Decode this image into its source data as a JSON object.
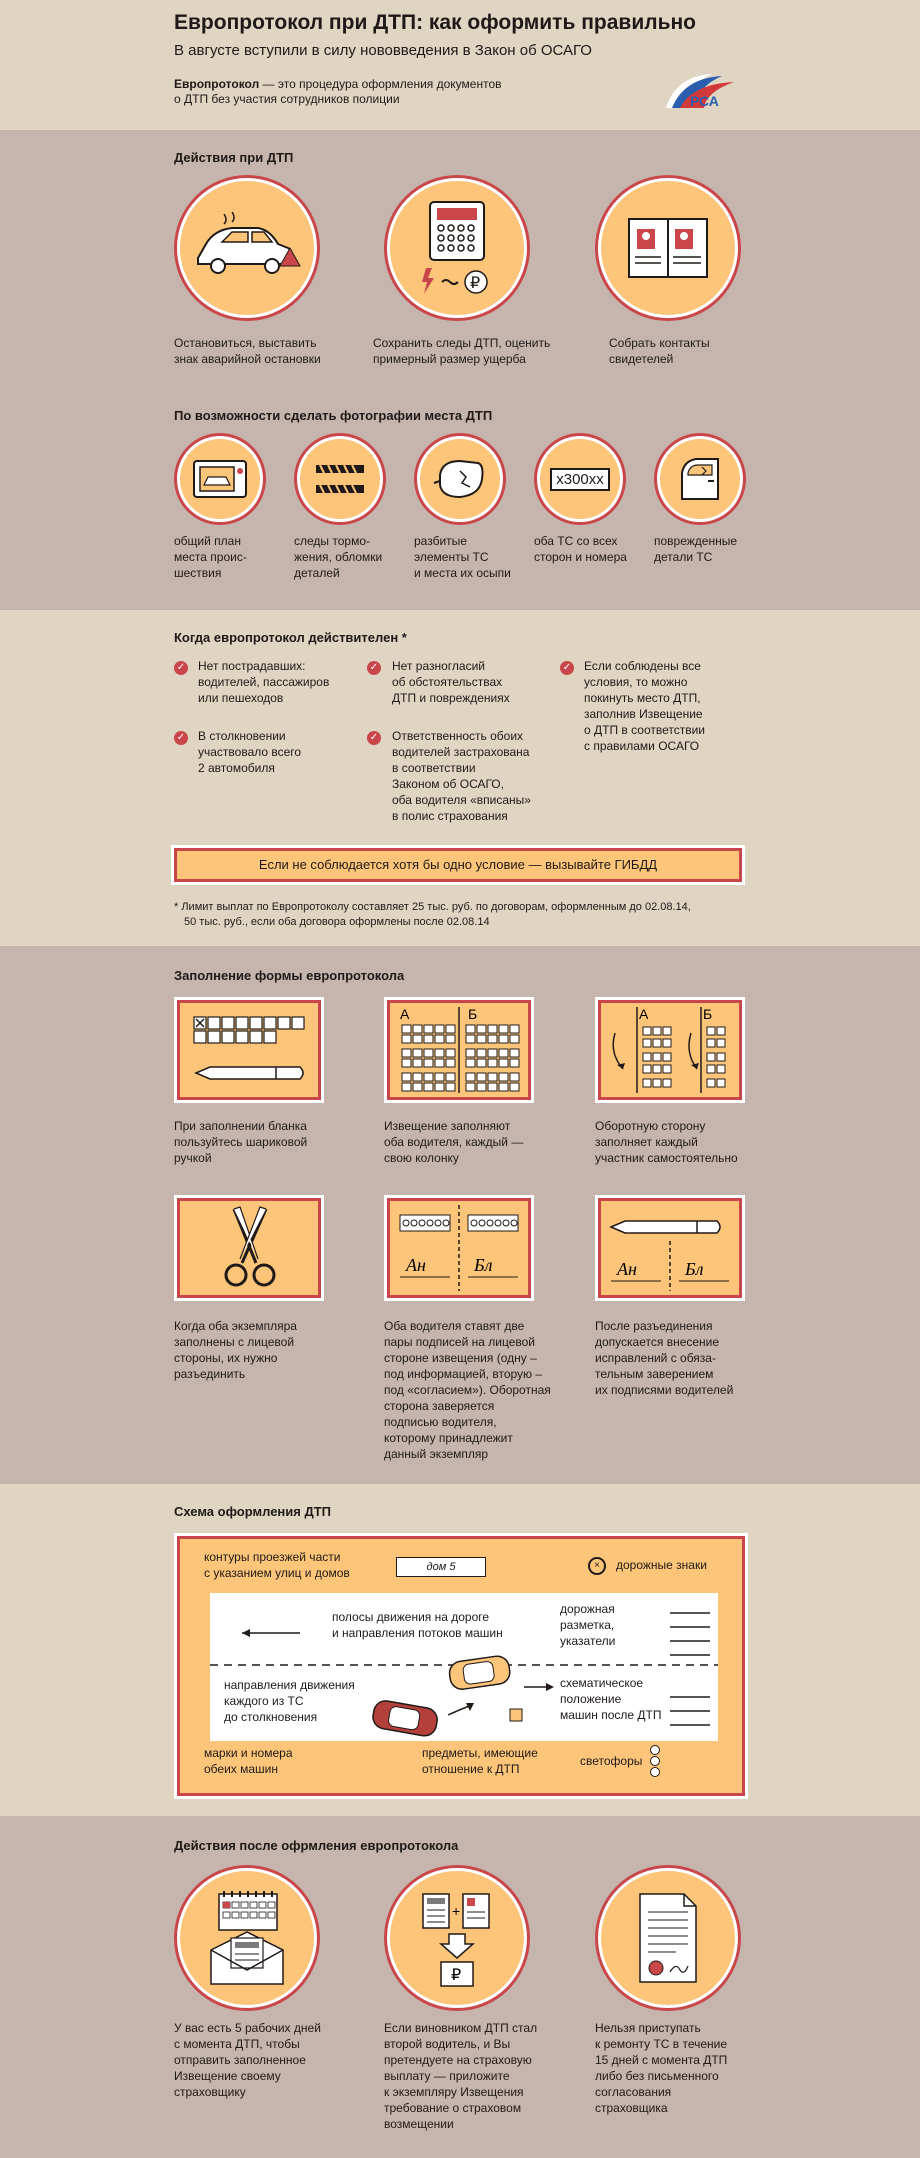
{
  "header": {
    "title": "Европротокол при ДТП: как оформить правильно",
    "subtitle": "В августе вступили в силу нововведения в Закон об ОСАГО",
    "definition_bold": "Европротокол",
    "definition_rest": " — это  процедура оформления документов",
    "definition_line2": "о ДТП без участия сотрудников полиции",
    "logo_text": "РСА"
  },
  "actions": {
    "title": "Действия при ДТП",
    "items": [
      {
        "l1": "Остановиться, выставить",
        "l2": "знак аварийной остановки",
        "icon": "car-warning-icon"
      },
      {
        "l1": "Сохранить следы ДТП, оценить",
        "l2": "примерный размер ущерба",
        "icon": "calculator-icon"
      },
      {
        "l1": "Собрать контакты",
        "l2": "свидетелей",
        "icon": "contacts-book-icon"
      }
    ],
    "currency": "₽"
  },
  "photos": {
    "title": "По возможности сделать фотографии места ДТП",
    "plate": "х300хх",
    "items": [
      {
        "lines": [
          "общий план",
          "места проис-",
          "шествия"
        ],
        "icon": "camera-car-icon"
      },
      {
        "lines": [
          "следы тормо-",
          "жения, обломки",
          "деталей"
        ],
        "icon": "tire-tracks-icon"
      },
      {
        "lines": [
          "разбитые",
          "элементы ТС",
          "и места их осыпи"
        ],
        "icon": "broken-mirror-icon"
      },
      {
        "lines": [
          "оба ТС со всех",
          "сторон и номера"
        ],
        "icon": "license-plate-icon"
      },
      {
        "lines": [
          "поврежденные",
          "детали ТС"
        ],
        "icon": "damaged-door-icon"
      }
    ]
  },
  "valid": {
    "title": "Когда европротокол действителен *",
    "col1": [
      [
        "Нет пострадавших:",
        "водителей, пассажиров",
        "или пешеходов"
      ],
      [
        "В столкновении",
        "участвовало всего",
        "2 автомобиля"
      ]
    ],
    "col2": [
      [
        "Нет разногласий",
        "об обстоятельствах",
        "ДТП и повреждениях"
      ],
      [
        "Ответственность обоих",
        "водителей застрахована",
        "в соответствии",
        "Законом об ОСАГО,",
        "оба водителя «вписаны»",
        "в полис страхования"
      ]
    ],
    "col3": [
      [
        "Если соблюдены все",
        "условия, то можно",
        "покинуть место ДТП,",
        "заполнив Извещение",
        "о ДТП в соответствии",
        "с правилами ОСАГО"
      ]
    ],
    "alert": "Если не соблюдается хотя бы одно условие — вызывайте ГИБДД",
    "note1": "*  Лимит выплат по Европротоколу составляет 25 тыс. руб. по договорам, оформленным до 02.08.14,",
    "note2": "50 тыс. руб., если оба договора оформлены после 02.08.14"
  },
  "form": {
    "title": "Заполнение формы европротокола",
    "letter_a": "А",
    "letter_b": "Б",
    "sig_a": "Ан",
    "sig_b": "Бл",
    "items": [
      {
        "lines": [
          "При заполнении бланка",
          "пользуйтесь шариковой",
          "ручкой"
        ]
      },
      {
        "lines": [
          "Извещение заполняют",
          "оба водителя, каждый —",
          "свою колонку"
        ]
      },
      {
        "lines": [
          "Оборотную сторону",
          "заполняет каждый",
          "участник самостоятельно"
        ]
      },
      {
        "lines": [
          "Когда оба экземпляра",
          "заполнены с лицевой",
          "стороны, их нужно",
          "разъединить"
        ]
      },
      {
        "lines": [
          "Оба водителя ставят две",
          "пары подписей на лицевой",
          "стороне извещения (одну –",
          "под информацией, вторую –",
          "под «согласием»). Оборотная",
          "сторона заверяется",
          "подписью водителя,",
          "которому принадлежит",
          "данный экземпляр"
        ]
      },
      {
        "lines": [
          "После разъединения",
          "допускается внесение",
          "исправлений с обяза-",
          "тельным заверением",
          "их подписями водителей"
        ]
      }
    ]
  },
  "scheme": {
    "title": "Схема оформления ДТП",
    "contours": [
      "контуры проезжей части",
      "с указанием улиц и домов"
    ],
    "house": "дом 5",
    "signs": "дорожные знаки",
    "lanes": [
      "полосы движения на дороге",
      "и направления потоков машин"
    ],
    "marking": [
      "дорожная",
      "разметка,",
      "указатели"
    ],
    "directions": [
      "направления движения",
      "каждого из ТС",
      "до столкновения"
    ],
    "schematic": [
      "схематическое",
      "положение",
      "машин после ДТП"
    ],
    "brands": [
      "марки и номера",
      "обеих машин"
    ],
    "objects": [
      "предметы, имеющие",
      "отношение к ДТП"
    ],
    "lights": "светофоры"
  },
  "after": {
    "title": "Действия после офрмления европротокола",
    "currency": "₽",
    "items": [
      {
        "lines": [
          "У вас есть 5 рабочих дней",
          "с момента ДТП, чтобы",
          "отправить заполненное",
          "Извещение своему",
          "страховщику"
        ],
        "icon": "calendar-envelope-icon"
      },
      {
        "lines": [
          "Если виновником ДТП стал",
          "второй водитель, и Вы",
          "претендуете на страховую",
          "выплату — приложите",
          "к экземпляру Извещения",
          "требование о страховом",
          "возмещении"
        ],
        "icon": "documents-payment-icon"
      },
      {
        "lines": [
          "Нельзя приступать",
          "к ремонту ТС в течение",
          "15 дней с момента ДТП",
          "либо без письменного",
          "согласования",
          "страховщика"
        ],
        "icon": "sealed-document-icon"
      }
    ]
  },
  "colors": {
    "orange": "#fcc57a",
    "red": "#c9474b",
    "light": "#e0d4c3",
    "dark": "#c6b5ad"
  }
}
